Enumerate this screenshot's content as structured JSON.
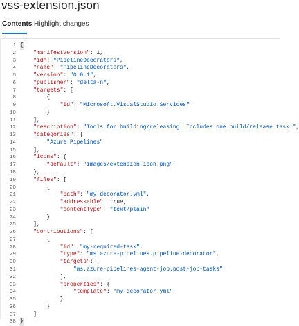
{
  "file": {
    "title": "vss-extension.json"
  },
  "tabs": [
    {
      "label": "Contents",
      "active": true
    },
    {
      "label": "Highlight changes",
      "active": false
    }
  ],
  "colors": {
    "accent": "#0078d4",
    "key": "#a31515",
    "string": "#0451a5"
  },
  "code_lines": [
    {
      "n": "1",
      "t": "{"
    },
    {
      "n": "2",
      "t": "    \"manifestVersion\": 1,"
    },
    {
      "n": "3",
      "t": "    \"id\": \"PipelineDecorators\","
    },
    {
      "n": "4",
      "t": "    \"name\": \"PipelineDecorators\","
    },
    {
      "n": "5",
      "t": "    \"version\": \"0.0.1\","
    },
    {
      "n": "6",
      "t": "    \"publisher\": \"delta-n\","
    },
    {
      "n": "7",
      "t": "    \"targets\": ["
    },
    {
      "n": "8",
      "t": "        {"
    },
    {
      "n": "9",
      "t": "            \"id\": \"Microsoft.VisualStudio.Services\""
    },
    {
      "n": "10",
      "t": "        }"
    },
    {
      "n": "11",
      "t": "    ],"
    },
    {
      "n": "12",
      "t": "    \"description\": \"Tools for building/releasing. Includes one build/release task.\","
    },
    {
      "n": "13",
      "t": "    \"categories\": ["
    },
    {
      "n": "14",
      "t": "        \"Azure Pipelines\""
    },
    {
      "n": "15",
      "t": "    ],"
    },
    {
      "n": "16",
      "t": "    \"icons\": {"
    },
    {
      "n": "17",
      "t": "        \"default\": \"images/extension-icon.png\""
    },
    {
      "n": "18",
      "t": "    },"
    },
    {
      "n": "19",
      "t": "    \"files\": ["
    },
    {
      "n": "20",
      "t": "        {"
    },
    {
      "n": "21",
      "t": "            \"path\": \"my-decorator.yml\","
    },
    {
      "n": "22",
      "t": "            \"addressable\": true,"
    },
    {
      "n": "23",
      "t": "            \"contentType\": \"text/plain\""
    },
    {
      "n": "24",
      "t": "        }"
    },
    {
      "n": "25",
      "t": "    ],"
    },
    {
      "n": "26",
      "t": "    \"contributions\": ["
    },
    {
      "n": "27",
      "t": "        {"
    },
    {
      "n": "28",
      "t": "            \"id\": \"my-required-task\","
    },
    {
      "n": "29",
      "t": "            \"type\": \"ms.azure-pipelines.pipeline-decorator\","
    },
    {
      "n": "30",
      "t": "            \"targets\": ["
    },
    {
      "n": "31",
      "t": "                \"ms.azure-pipelines-agent-job.post-job-tasks\""
    },
    {
      "n": "32",
      "t": "            ],"
    },
    {
      "n": "33",
      "t": "            \"properties\": {"
    },
    {
      "n": "34",
      "t": "                \"template\": \"my-decorator.yml\""
    },
    {
      "n": "35",
      "t": "            }"
    },
    {
      "n": "36",
      "t": "        }"
    },
    {
      "n": "37",
      "t": "    ]"
    },
    {
      "n": "38",
      "t": "}"
    }
  ]
}
